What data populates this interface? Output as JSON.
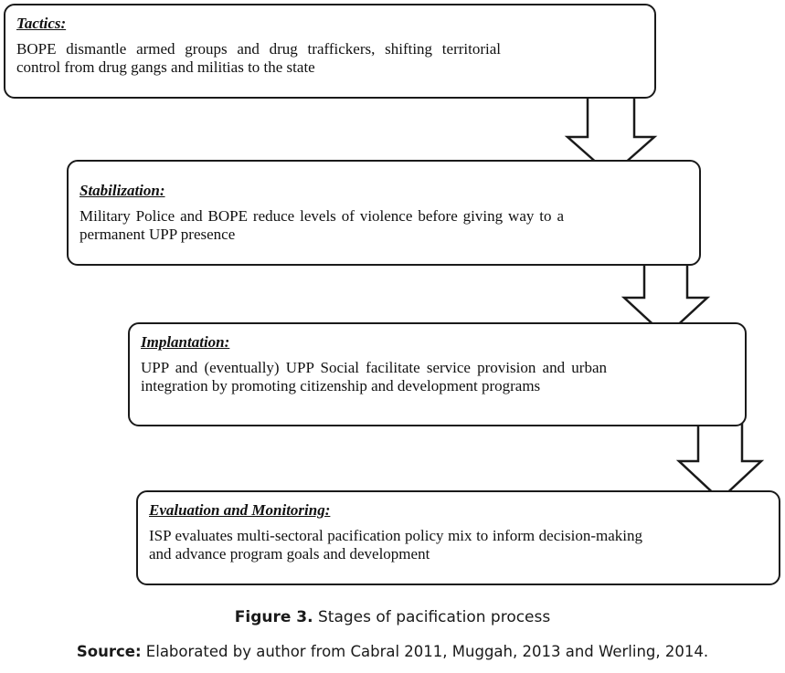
{
  "stages": [
    {
      "id": "tactics",
      "title": "Tactics:",
      "description": "BOPE dismantle armed groups and drug traffickers, shifting territorial control from drug gangs and militias to the state"
    },
    {
      "id": "stabilization",
      "title": "Stabilization:",
      "description": "Military Police and BOPE reduce levels of violence before giving way to a permanent UPP presence"
    },
    {
      "id": "implantation",
      "title": "Implantation:",
      "description": "UPP and (eventually) UPP Social facilitate service provision and urban integration by promoting citizenship and development programs"
    },
    {
      "id": "evaluation",
      "title": "Evaluation and Monitoring:",
      "description": "ISP evaluates multi-sectoral pacification policy mix to inform decision-making and advance program goals and development"
    }
  ],
  "caption": {
    "figure_label": "Figure 3.",
    "figure_text": " Stages of pacification process",
    "source_label": "Source:",
    "source_text": " Elaborated by author from Cabral 2011, Muggah, 2013 and Werling, 2014."
  },
  "colors": {
    "stroke": "#1a1a1a",
    "background": "#ffffff",
    "text": "#111111"
  },
  "icons": [
    "down-arrow-icon",
    "down-arrow-icon",
    "down-arrow-icon"
  ]
}
